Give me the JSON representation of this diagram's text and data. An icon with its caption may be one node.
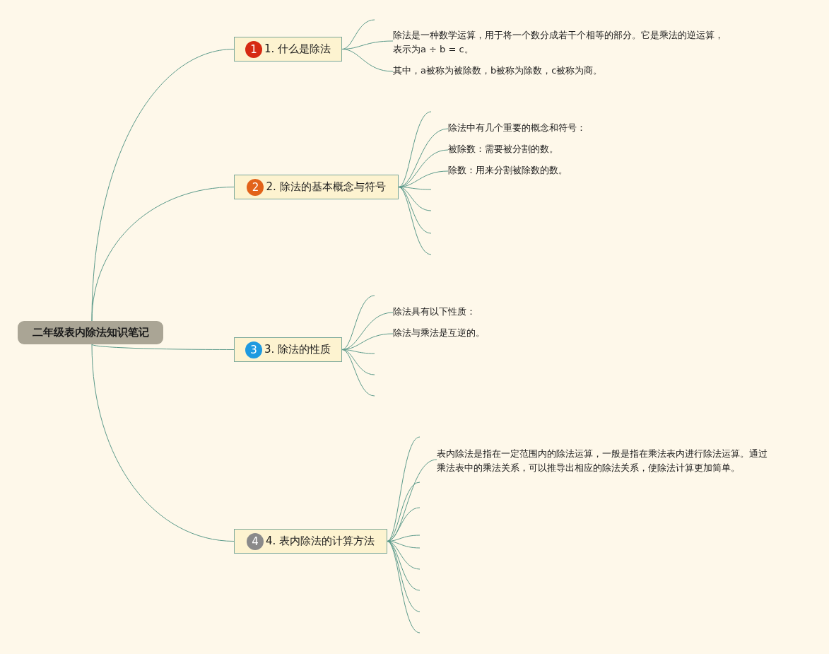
{
  "diagram": {
    "nodes": [
      {
        "text": [
          "二年级表内除法知识笔记"
        ]
      },
      {
        "text": [
          "1",
          "1. 什么是除法"
        ]
      },
      {
        "text": [
          "除法是一种数学运算，用于将一个数分成若干个相等的部分。它是乘法的逆运算，表示为a ÷ b = c。"
        ]
      },
      {
        "text": [
          "其中，a被称为被除数，b被称为除数，c被称为商。"
        ]
      },
      {
        "text": [
          "2",
          "2. 除法的基本概念与符号"
        ]
      },
      {
        "text": [
          "除法中有几个重要的概念和符号："
        ]
      },
      {
        "text": [
          "被除数：需要被分割的数。"
        ]
      },
      {
        "text": [
          "除数：用来分割被除数的数。"
        ]
      },
      {
        "text": [
          "3",
          "3. 除法的性质"
        ]
      },
      {
        "text": [
          "除法具有以下性质："
        ]
      },
      {
        "text": [
          "除法与乘法是互逆的。"
        ]
      },
      {
        "text": [
          "4",
          "4. 表内除法的计算方法"
        ]
      },
      {
        "text": [
          "表内除法是指在一定范围内的除法运算，一般是指在乘法表内进行除法运算。通过乘法表中的乘法关系，可以推导出相应的除法关系，使除法计算更加简单。"
        ]
      }
    ],
    "edges": [
      {
        "from": 0,
        "to": 1,
        "arrow": "none"
      },
      {
        "from": 0,
        "to": 4,
        "arrow": "none"
      },
      {
        "from": 0,
        "to": 8,
        "arrow": "none"
      },
      {
        "from": 0,
        "to": 11,
        "arrow": "none"
      },
      {
        "from": 1,
        "to": null,
        "arrow": "none"
      },
      {
        "from": 1,
        "to": 2,
        "arrow": "none"
      },
      {
        "from": 1,
        "to": 3,
        "arrow": "none"
      },
      {
        "from": 4,
        "to": null,
        "arrow": "none"
      },
      {
        "from": 4,
        "to": 5,
        "arrow": "none"
      },
      {
        "from": 4,
        "to": 6,
        "arrow": "none"
      },
      {
        "from": 4,
        "to": 7,
        "arrow": "none"
      },
      {
        "from": 4,
        "to": null,
        "arrow": "none"
      },
      {
        "from": 4,
        "to": null,
        "arrow": "none"
      },
      {
        "from": 4,
        "to": null,
        "arrow": "none"
      },
      {
        "from": 4,
        "to": null,
        "arrow": "none"
      },
      {
        "from": 8,
        "to": null,
        "arrow": "none"
      },
      {
        "from": 8,
        "to": 9,
        "arrow": "none"
      },
      {
        "from": 8,
        "to": 10,
        "arrow": "none"
      },
      {
        "from": 8,
        "to": null,
        "arrow": "none"
      },
      {
        "from": 8,
        "to": null,
        "arrow": "none"
      },
      {
        "from": 8,
        "to": null,
        "arrow": "none"
      },
      {
        "from": 11,
        "to": null,
        "arrow": "none"
      },
      {
        "from": 11,
        "to": 12,
        "arrow": "none"
      },
      {
        "from": 11,
        "to": null,
        "arrow": "none"
      },
      {
        "from": 11,
        "to": null,
        "arrow": "none"
      },
      {
        "from": 11,
        "to": null,
        "arrow": "none"
      },
      {
        "from": 11,
        "to": null,
        "arrow": "none"
      },
      {
        "from": 11,
        "to": null,
        "arrow": "none"
      },
      {
        "from": 11,
        "to": null,
        "arrow": "none"
      },
      {
        "from": 11,
        "to": null,
        "arrow": "none"
      },
      {
        "from": 11,
        "to": null,
        "arrow": "none"
      }
    ]
  }
}
